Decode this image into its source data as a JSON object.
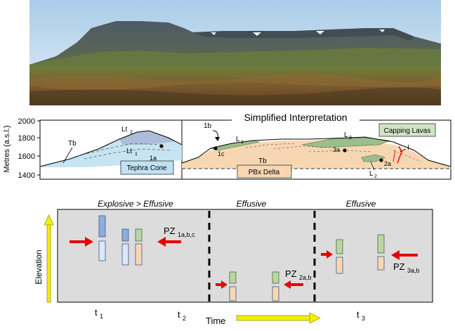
{
  "cross_section": {
    "title": "Simplified Interpretation",
    "y_axis_label": "Metres (a.s.l.)",
    "y_ticks": [
      "2000",
      "1800",
      "1600",
      "1400"
    ],
    "labels": {
      "tb_left": "Tb",
      "lt2": "Lt",
      "lt2_sub": "2",
      "lt1": "Lt",
      "lt1_sub": "1",
      "p1a": "1a",
      "p1b": "1b",
      "p1c": "1c",
      "l1": "L",
      "l1_sub": "1",
      "tb_right": "Tb",
      "l3": "L",
      "l3_sub": "3",
      "p3a": "3a",
      "i": "I",
      "p2a": "2a",
      "l2": "L",
      "l2_sub": "2"
    },
    "boxes": {
      "tephra_cone": "Tephra Cone",
      "pbx_delta": "PBx Delta",
      "capping_lavas": "Capping Lavas"
    }
  },
  "evolution": {
    "phase_titles": [
      "Explosive > Effusive",
      "Effusive",
      "Effusive"
    ],
    "y_label": "Elevation",
    "x_label": "Time",
    "time_ticks": [
      {
        "t": "t",
        "sub": "1"
      },
      {
        "t": "t",
        "sub": "2"
      },
      {
        "t": "t",
        "sub": "3"
      }
    ],
    "pz_labels": [
      {
        "main": "PZ",
        "sub": "1a,b,c"
      },
      {
        "main": "PZ",
        "sub": "2a,b"
      },
      {
        "main": "PZ",
        "sub": "3a,b"
      }
    ]
  },
  "colors": {
    "sky": "#cfe3f3",
    "tephra": "#c6e4f1",
    "delta": "#f7d7b1",
    "lava": "#9bbf8c",
    "panel_bg": "#dcdcdc",
    "arrow_red": "#e60000",
    "arrow_yellow": "#f3f000"
  }
}
